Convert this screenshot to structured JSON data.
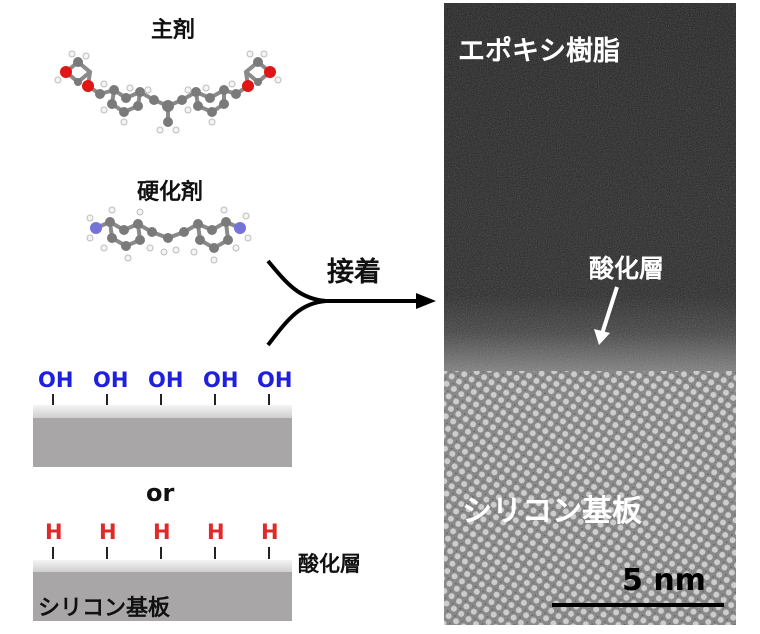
{
  "labels": {
    "main_agent": "主剤",
    "curing_agent": "硬化剤",
    "bonding": "接着",
    "or": "or",
    "oxide_layer_left": "酸化層",
    "silicon_substrate_left": "シリコン基板"
  },
  "surface_groups": {
    "oh": [
      "OH",
      "OH",
      "OH",
      "OH",
      "OH"
    ],
    "h": [
      "H",
      "H",
      "H",
      "H",
      "H"
    ]
  },
  "tem": {
    "epoxy_label": "エポキシ樹脂",
    "oxide_label": "酸化層",
    "silicon_label": "シリコン基板",
    "scale_label": "5 nm"
  },
  "colors": {
    "oh": "#1f1fe0",
    "h": "#e02a2a",
    "substrate": "#a8a6a6",
    "oxide": "#d8d8d8"
  }
}
